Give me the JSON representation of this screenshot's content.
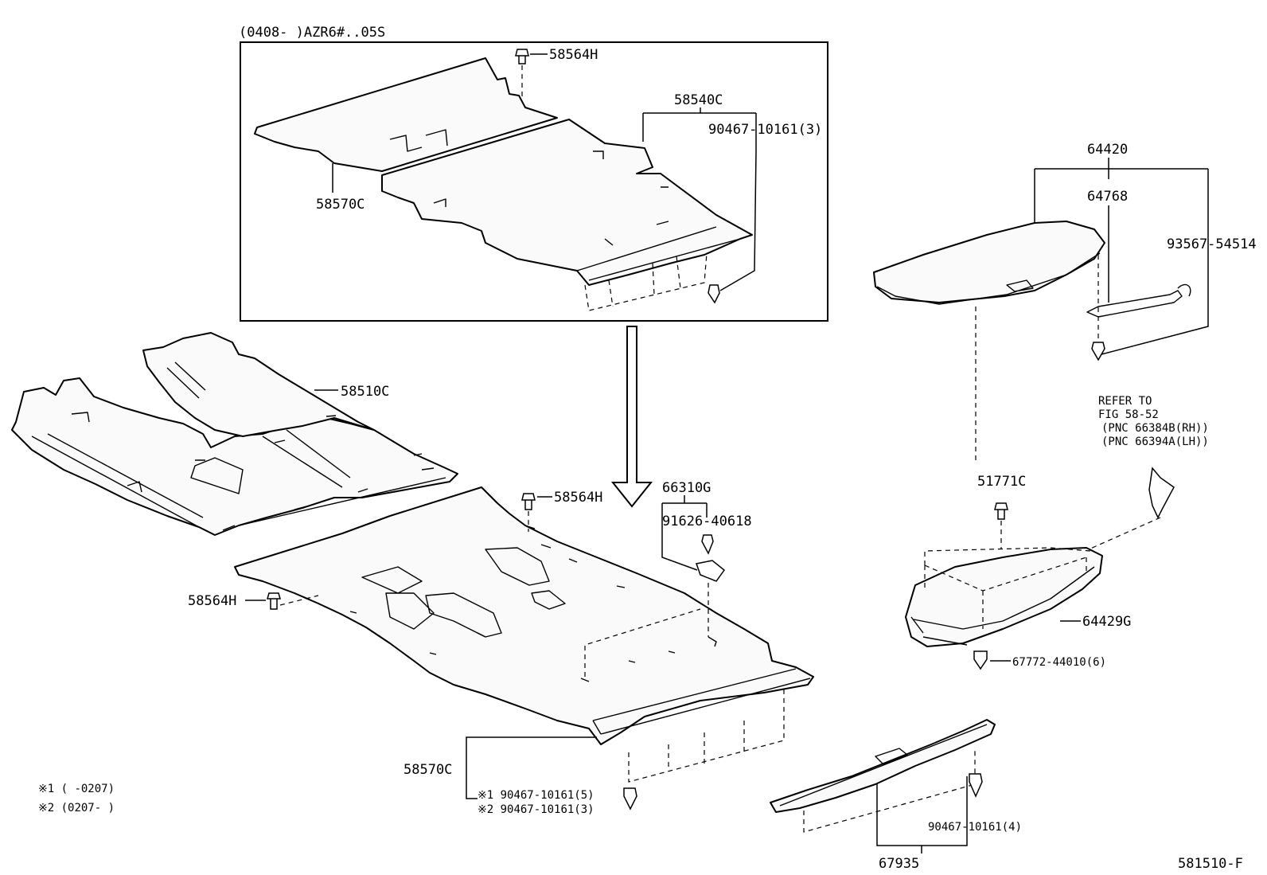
{
  "inset": {
    "caption": "(0408-     )AZR6#..05S",
    "labels": {
      "p58564H_top": "58564H",
      "p58540C": "58540C",
      "p90467_3": "90467-10161(3)",
      "p58570C_inset": "58570C"
    }
  },
  "main": {
    "labels": {
      "p58510C": "58510C",
      "p58564H_mid": "58564H",
      "p58564H_left": "58564H",
      "p66310G": "66310G",
      "p91626": "91626-40618",
      "p58570C_bottom": "58570C",
      "p90467_5": "※1 90467-10161(5)",
      "p90467_3b": "※2 90467-10161(3)"
    }
  },
  "right": {
    "labels": {
      "p64420": "64420",
      "p64768": "64768",
      "p93567": "93567-54514",
      "refer1": "REFER TO",
      "refer2": "FIG 58-52",
      "refer3": "(PNC 66384B(RH))",
      "refer4": "(PNC 66394A(LH))",
      "p51771C": "51771C",
      "p64429G": "64429G",
      "p67772": "67772-44010(6)",
      "p90467_4": "90467-10161(4)",
      "p67935": "67935"
    }
  },
  "notes": {
    "n1": "※1 (    -0207)",
    "n2": "※2 (0207-    )"
  },
  "figure_code": "581510-F"
}
